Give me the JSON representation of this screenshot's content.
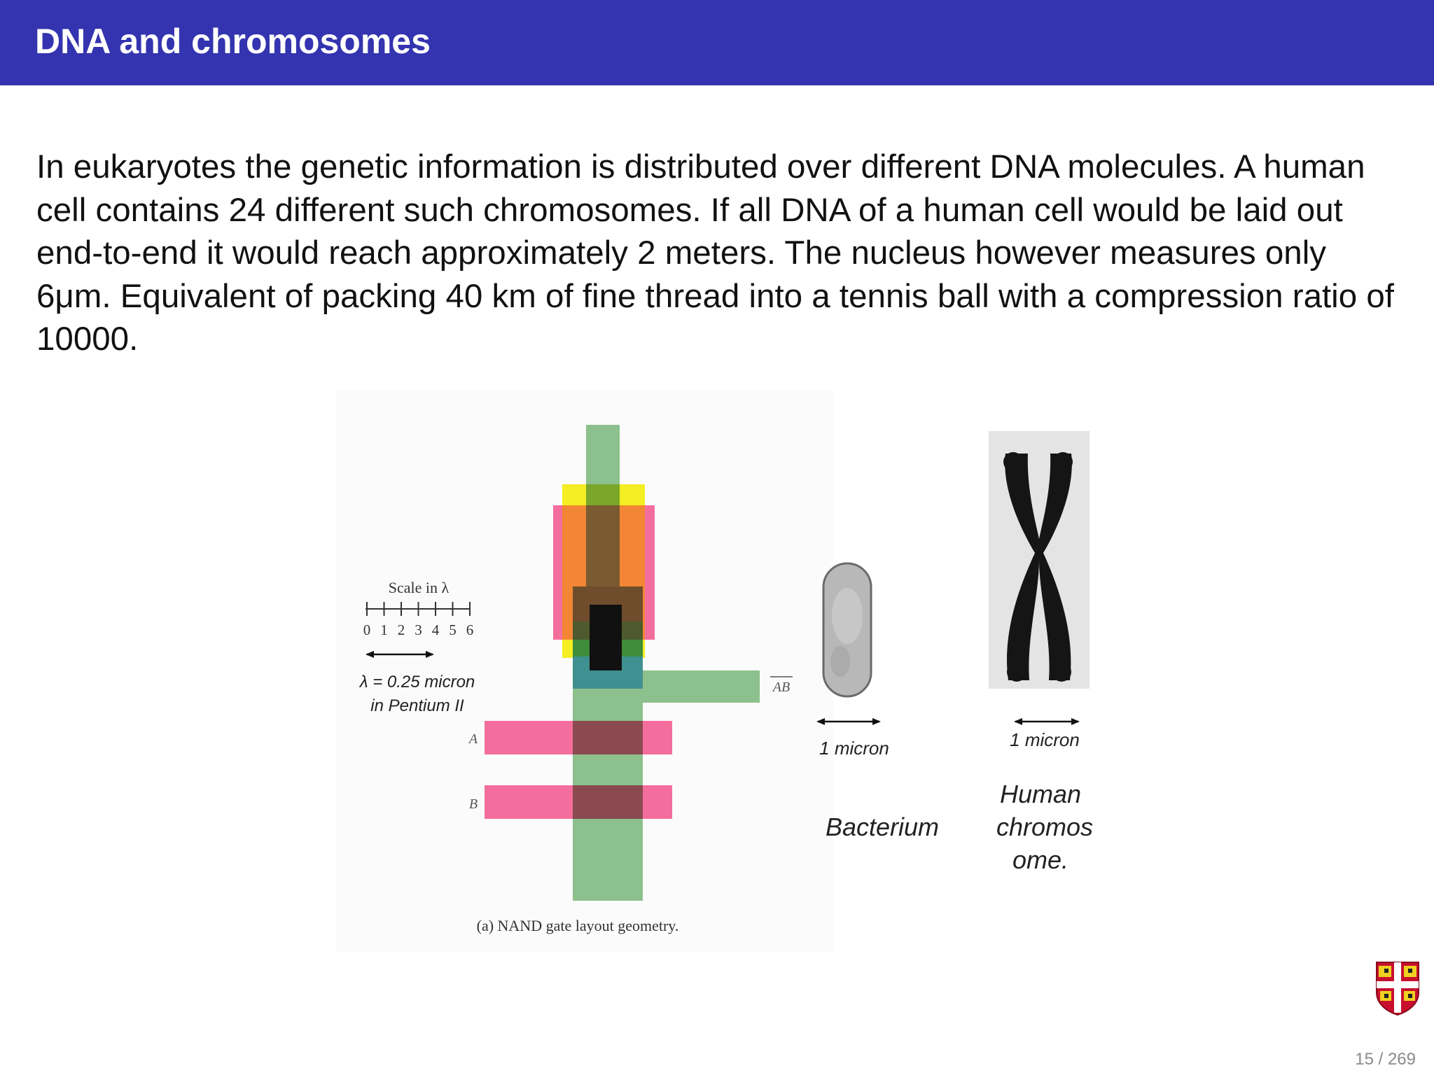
{
  "header": {
    "title": "DNA and chromosomes",
    "bar_color": "#3434b0"
  },
  "body": {
    "paragraph": "In eukaryotes the genetic information is distributed over different DNA molecules. A human cell contains 24 different such chromosomes. If all DNA of a human cell would be laid out end-to-end it would reach approximately 2 meters. The nucleus however measures only 6μm. Equivalent of packing 40 km of fine thread into a tennis ball with a compression ratio of 10000."
  },
  "figure": {
    "nand": {
      "scale_label": "Scale in λ",
      "scale_ticks": [
        "0",
        "1",
        "2",
        "3",
        "4",
        "5",
        "6"
      ],
      "lambda_line": "λ = 0.25  micron",
      "lambda_line2": "in Pentium II",
      "input_a": "A",
      "input_b": "B",
      "output": "AB",
      "caption": "(a) NAND gate layout geometry."
    },
    "bacterium": {
      "scale": "1 micron",
      "label": "Bacterium"
    },
    "chromosome": {
      "scale": "1 micron",
      "label_lines": [
        "Human",
        "chromos",
        "ome."
      ]
    }
  },
  "footer": {
    "page": "15 / 269"
  },
  "colors": {
    "green": "#8cc08c",
    "pink": "#f0709a",
    "yellow": "#f4f020",
    "orange": "#f07e2e",
    "dark": "#101010"
  }
}
